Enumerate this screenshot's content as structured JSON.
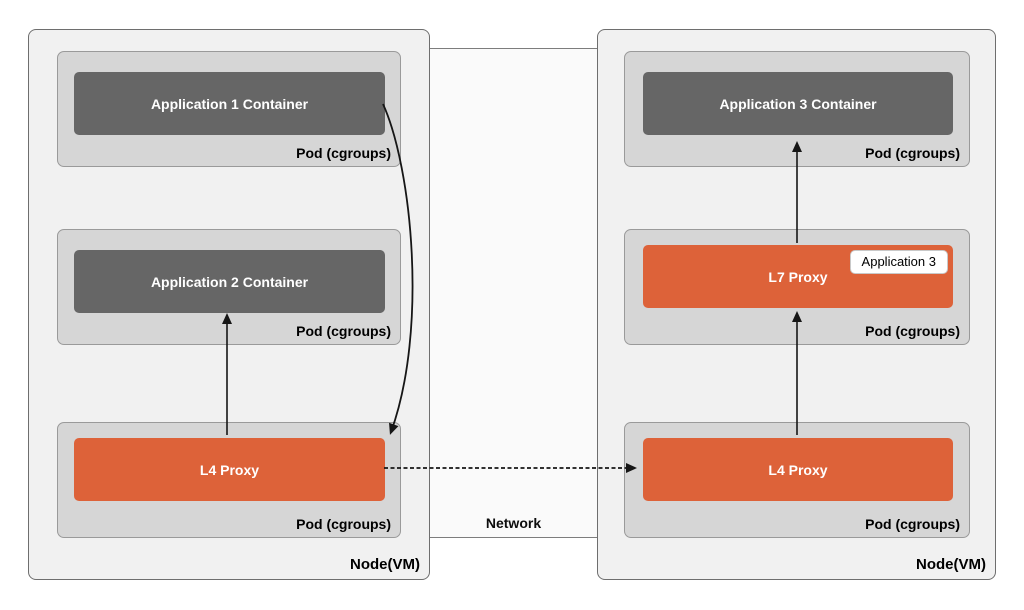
{
  "diagram": {
    "network_label": "Network",
    "nodes": [
      {
        "label": "Node(VM)",
        "pods": [
          {
            "label": "Pod (cgroups)",
            "box": {
              "text": "Application 1 Container",
              "type": "container"
            }
          },
          {
            "label": "Pod (cgroups)",
            "box": {
              "text": "Application 2 Container",
              "type": "container"
            }
          },
          {
            "label": "Pod (cgroups)",
            "box": {
              "text": "L4 Proxy",
              "type": "proxy"
            }
          }
        ]
      },
      {
        "label": "Node(VM)",
        "pods": [
          {
            "label": "Pod (cgroups)",
            "box": {
              "text": "Application 3 Container",
              "type": "container"
            }
          },
          {
            "label": "Pod (cgroups)",
            "box": {
              "text": "L7 Proxy",
              "type": "proxy",
              "badge": "Application 3"
            }
          },
          {
            "label": "Pod (cgroups)",
            "box": {
              "text": "L4 Proxy",
              "type": "proxy"
            }
          }
        ]
      }
    ],
    "arrows": [
      {
        "from": "l4-proxy-left",
        "to": "application-2-container",
        "style": "solid"
      },
      {
        "from": "application-1-container",
        "to": "l4-proxy-left",
        "style": "solid-curved"
      },
      {
        "from": "l4-proxy-left",
        "to": "l4-proxy-right",
        "style": "dashed",
        "via": "network"
      },
      {
        "from": "l4-proxy-right",
        "to": "l7-proxy",
        "style": "solid"
      },
      {
        "from": "l7-proxy",
        "to": "application-3-container",
        "style": "solid"
      }
    ],
    "colors": {
      "proxy_fill": "#dd6239",
      "container_fill": "#666666",
      "pod_fill": "#d6d6d6",
      "node_fill": "#f1f1f1",
      "network_fill": "#fafafa",
      "arrow": "#161616"
    }
  }
}
